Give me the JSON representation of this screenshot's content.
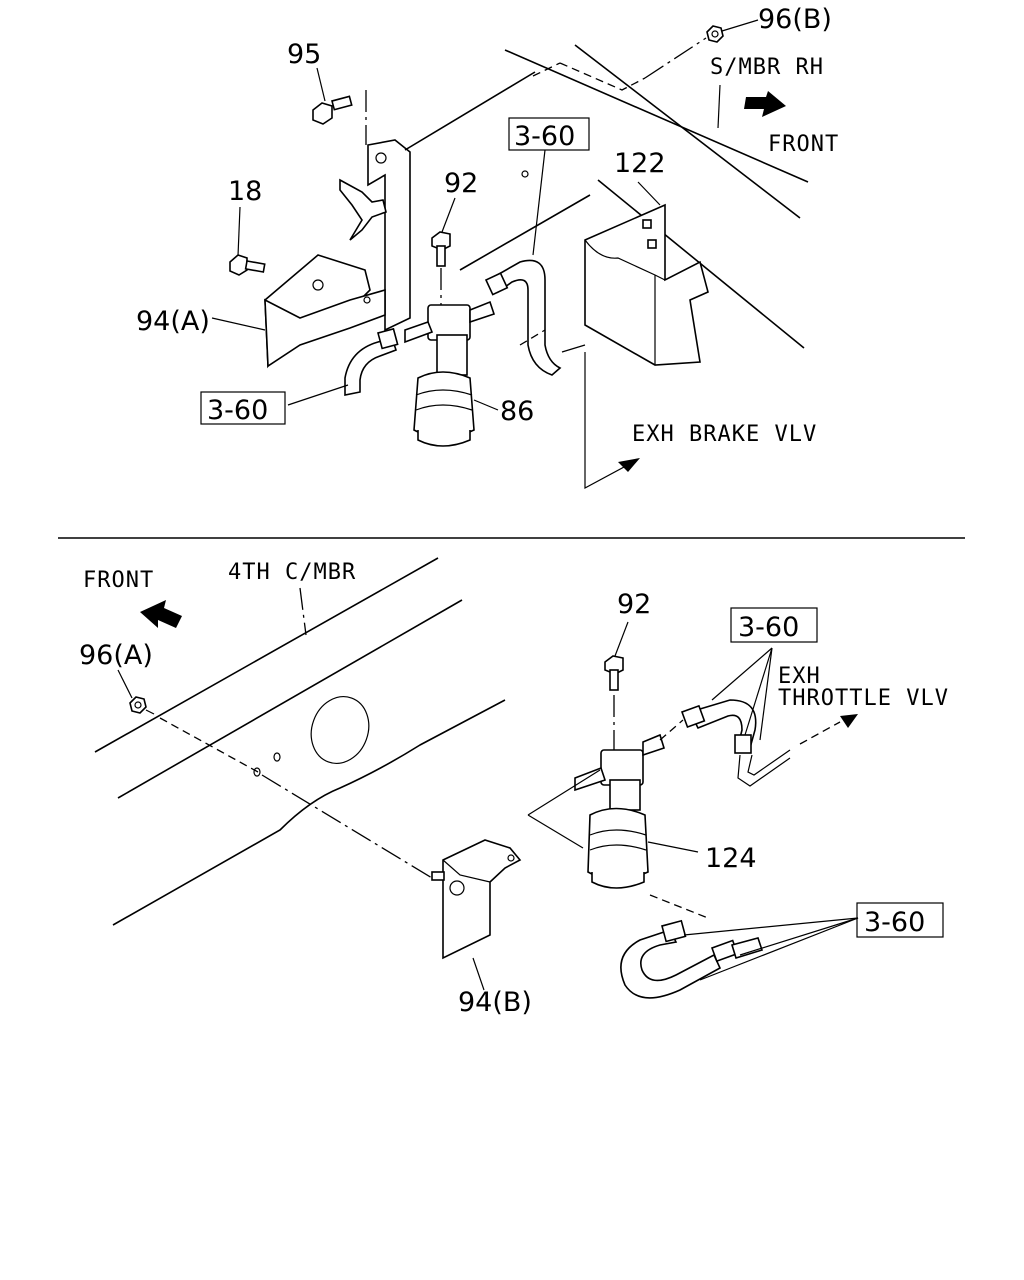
{
  "upper": {
    "labels": {
      "nut_96b": "96(B)",
      "bolt_95": "95",
      "bolt_18": "18",
      "bolt_92": "92",
      "cover_122": "122",
      "bracket_94a": "94(A)",
      "valve_86": "86"
    },
    "refs": {
      "hose_upper": "3-60",
      "hose_left": "3-60"
    },
    "captions": {
      "side_member": "S/MBR RH",
      "front": "FRONT",
      "exhaust_brake": "EXH BRAKE VLV"
    }
  },
  "lower": {
    "labels": {
      "bolt_92": "92",
      "nut_96a": "96(A)",
      "valve_124": "124",
      "bracket_94b": "94(B)"
    },
    "refs": {
      "hose_upper": "3-60",
      "hose_lower": "3-60"
    },
    "captions": {
      "front": "FRONT",
      "cross_member": "4TH C/MBR",
      "exhaust_throttle_1": "EXH",
      "exhaust_throttle_2": "THROTTLE VLV"
    }
  }
}
